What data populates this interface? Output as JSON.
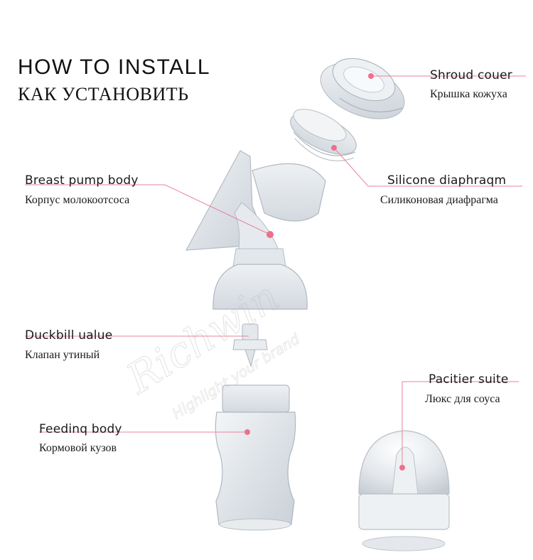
{
  "title": {
    "en": "HOW TO INSTALL",
    "ru": "КАК УСТАНОВИТЬ"
  },
  "parts": [
    {
      "id": "shroud-cover",
      "en": "Shroud couer",
      "ru": "Крышка кожуха"
    },
    {
      "id": "silicone-diaphragm",
      "en": "Silicone diaphraqm",
      "ru": "Силиконовая диафрагма"
    },
    {
      "id": "breast-pump-body",
      "en": "Breast pump body",
      "ru": "Корпус молокоотсоса"
    },
    {
      "id": "duckbill-valve",
      "en": "Duckbill ualue",
      "ru": "Клапан утиный"
    },
    {
      "id": "pacifier-suite",
      "en": "Pacitier suite",
      "ru": "Люкс для соуса"
    },
    {
      "id": "feeding-body",
      "en": "Feedinq body",
      "ru": "Кормовой кузов"
    }
  ],
  "watermark": {
    "brand": "Richwin",
    "tagline": "Highlight your brand"
  },
  "colors": {
    "leader_line": "#e8839a",
    "marker_dot": "#ef6f8c",
    "text": "#1a1a1a"
  }
}
